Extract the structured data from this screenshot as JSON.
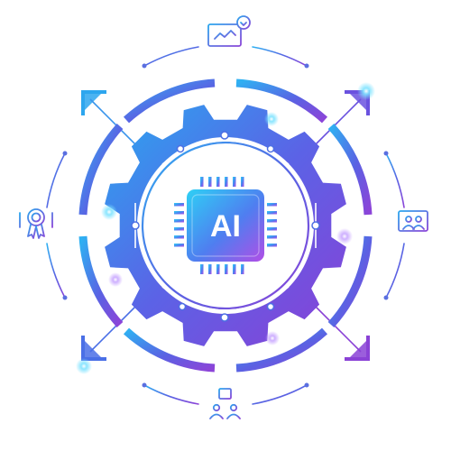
{
  "chip": {
    "label": "AI"
  },
  "colors": {
    "gradient_start": "#29a8f0",
    "gradient_mid": "#5b63e6",
    "gradient_end": "#8a3fd6",
    "ring": "#5a6fe0",
    "node_dot": "#ffffff",
    "glow": "#5fd3f5"
  },
  "icons": [
    {
      "name": "monitor-download-icon",
      "position": "top"
    },
    {
      "name": "presentation-screen-icon",
      "position": "right"
    },
    {
      "name": "team-hierarchy-icon",
      "position": "bottom"
    },
    {
      "name": "award-badge-icon",
      "position": "left"
    }
  ]
}
